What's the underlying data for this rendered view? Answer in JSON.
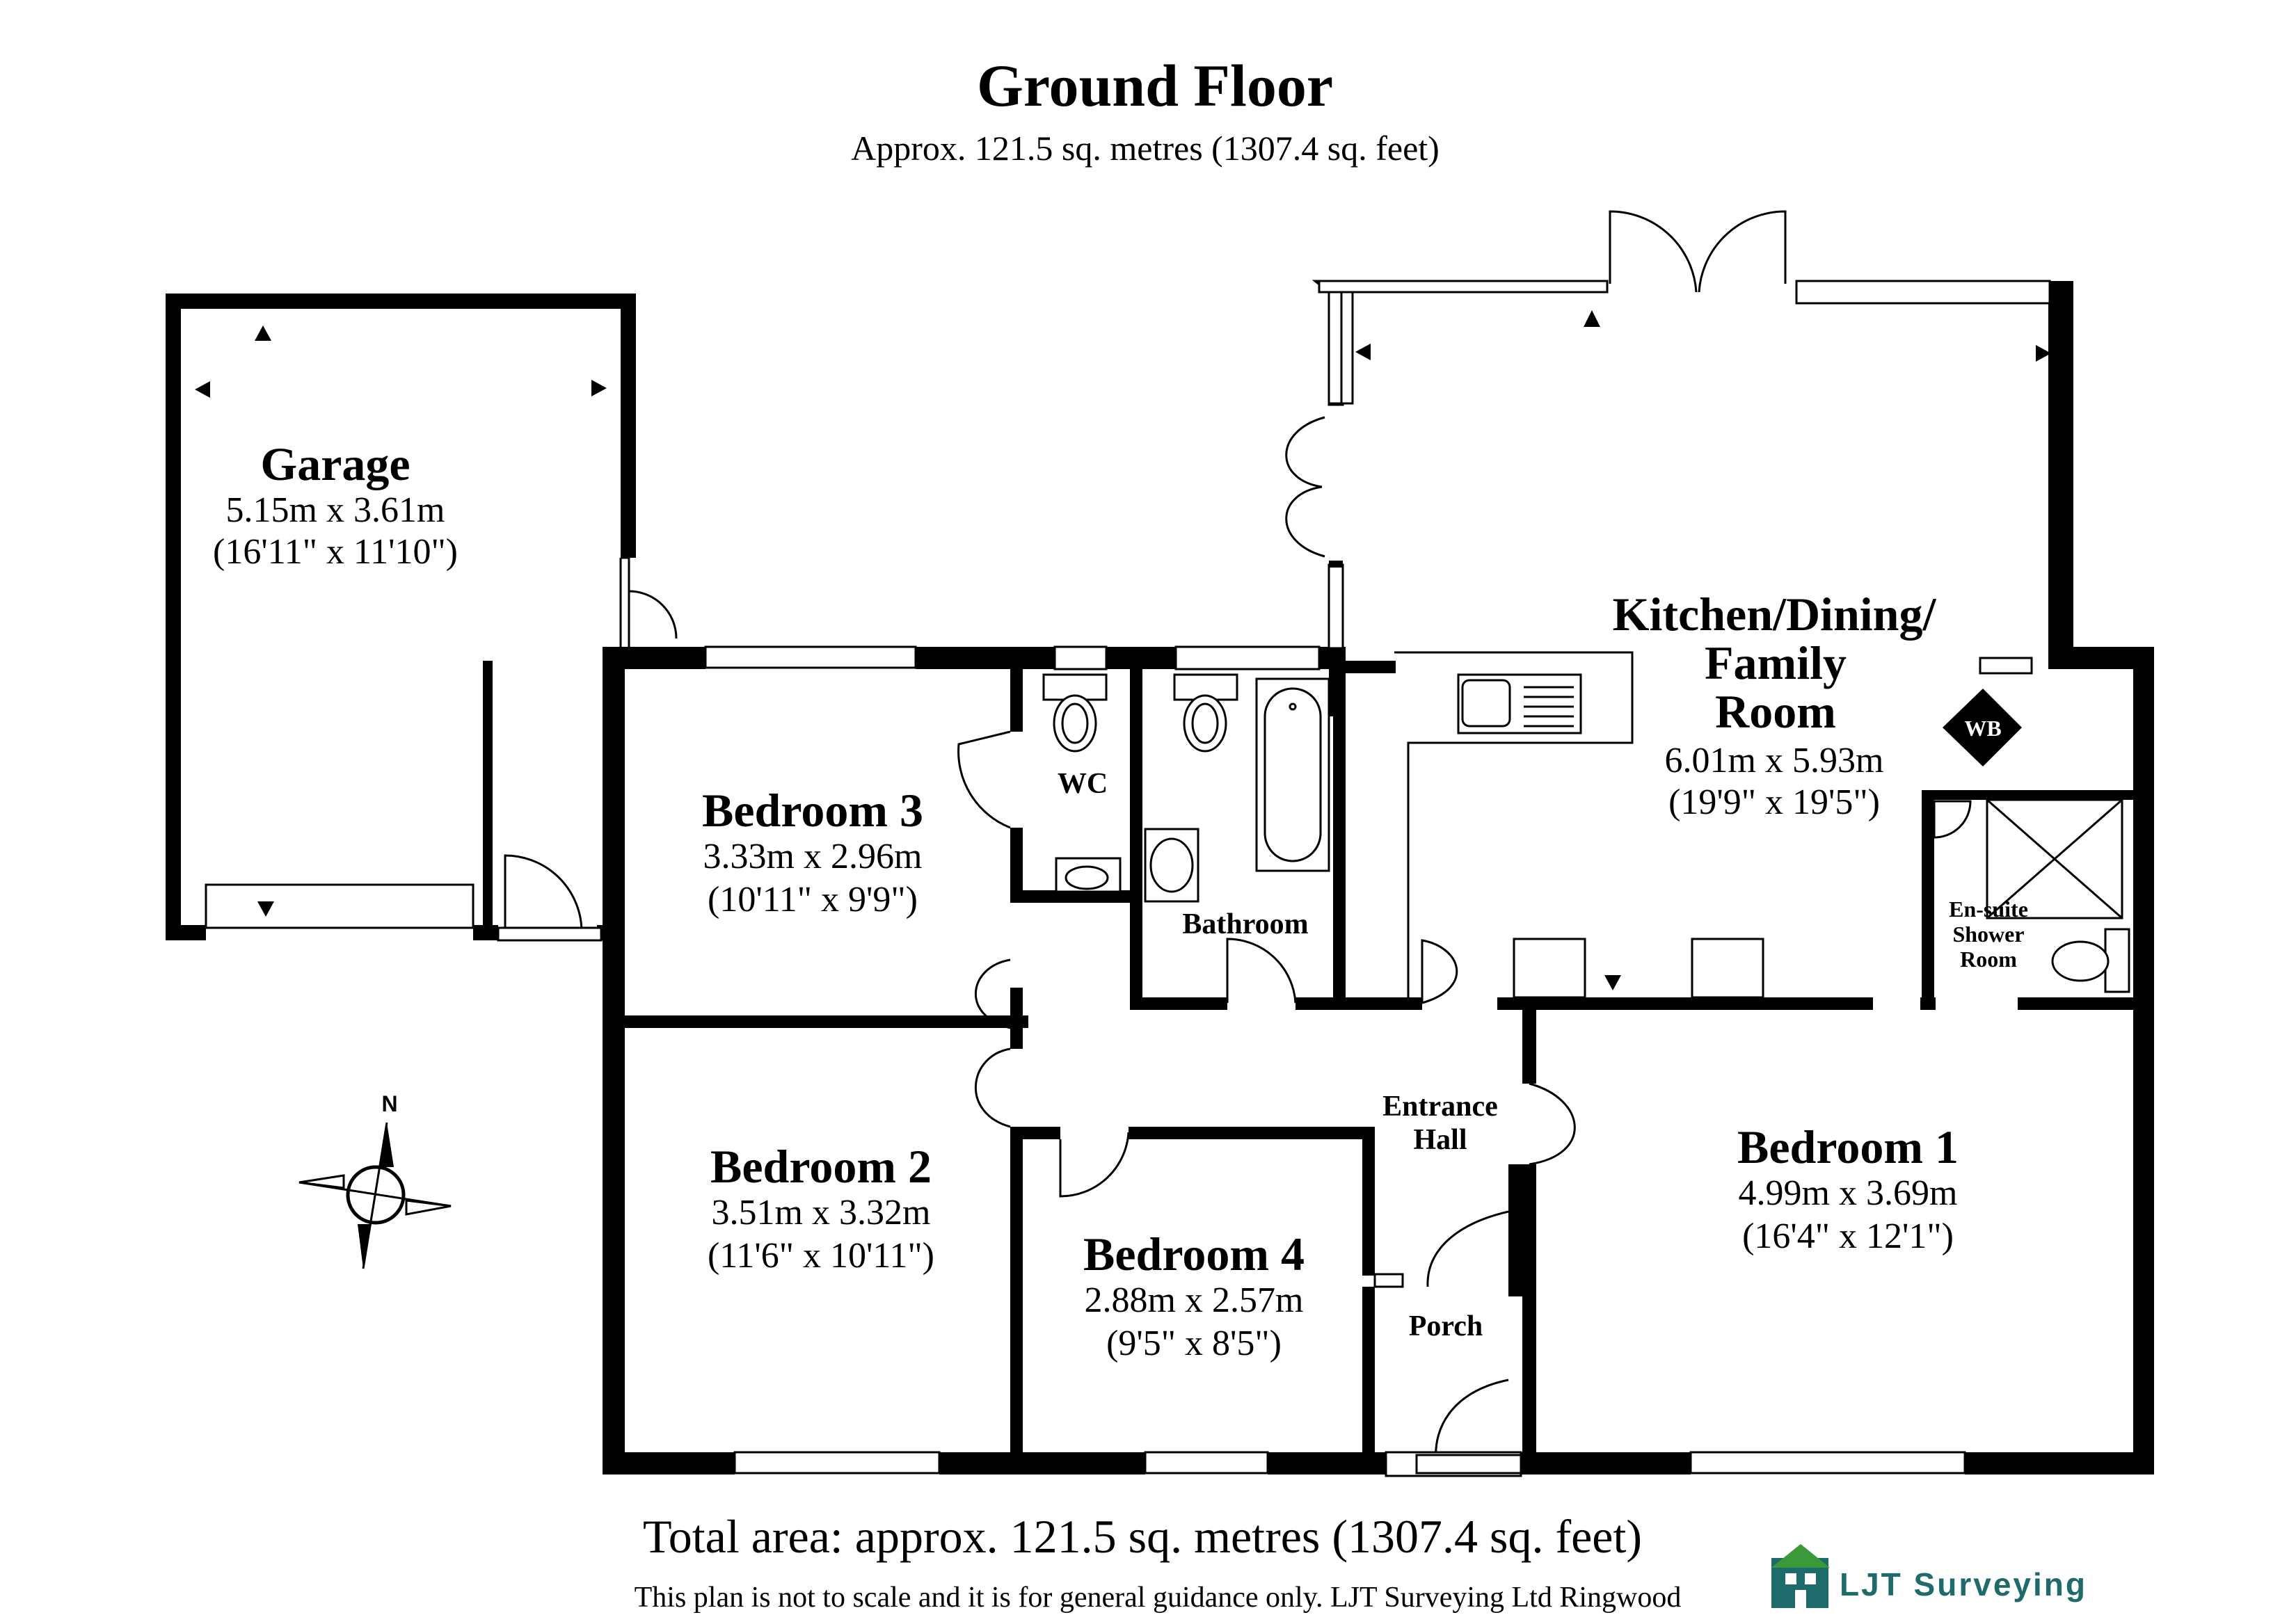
{
  "plan": {
    "title": "Ground Floor",
    "subtitle": "Approx. 121.5 sq. metres (1307.4 sq. feet)",
    "total_area": "Total area: approx. 121.5 sq. metres (1307.4 sq. feet)",
    "disclaimer": "This plan is not to scale and it is for general guidance only. LJT Surveying Ltd Ringwood",
    "brand_name": "LJT Surveying",
    "compass_label": "N"
  },
  "rooms": {
    "garage": {
      "name": "Garage",
      "dim_metric": "5.15m x 3.61m",
      "dim_imperial": "(16'11\" x 11'10\")"
    },
    "kitchen": {
      "name_line1": "Kitchen/Dining/",
      "name_line2": "Family",
      "name_line3": "Room",
      "dim_metric": "6.01m x 5.93m",
      "dim_imperial": "(19'9\" x 19'5\")"
    },
    "bedroom3": {
      "name": "Bedroom 3",
      "dim_metric": "3.33m x 2.96m",
      "dim_imperial": "(10'11\" x 9'9\")"
    },
    "wc": {
      "name": "WC"
    },
    "bathroom": {
      "name": "Bathroom"
    },
    "ensuite": {
      "name_line1": "En-suite",
      "name_line2": "Shower",
      "name_line3": "Room"
    },
    "wb": {
      "label": "WB"
    },
    "bedroom2": {
      "name": "Bedroom 2",
      "dim_metric": "3.51m x 3.32m",
      "dim_imperial": "(11'6\" x 10'11\")"
    },
    "bedroom4": {
      "name": "Bedroom 4",
      "dim_metric": "2.88m x 2.57m",
      "dim_imperial": "(9'5\" x 8'5\")"
    },
    "bedroom1": {
      "name": "Bedroom 1",
      "dim_metric": "4.99m x 3.69m",
      "dim_imperial": "(16'4\" x 12'1\")"
    },
    "hall": {
      "name_line1": "Entrance",
      "name_line2": "Hall"
    },
    "porch": {
      "name": "Porch"
    }
  },
  "colors": {
    "wall": "#000000",
    "background": "#ffffff",
    "brand": "#1f6b6b",
    "brand_icon": "#3a9a3a"
  }
}
